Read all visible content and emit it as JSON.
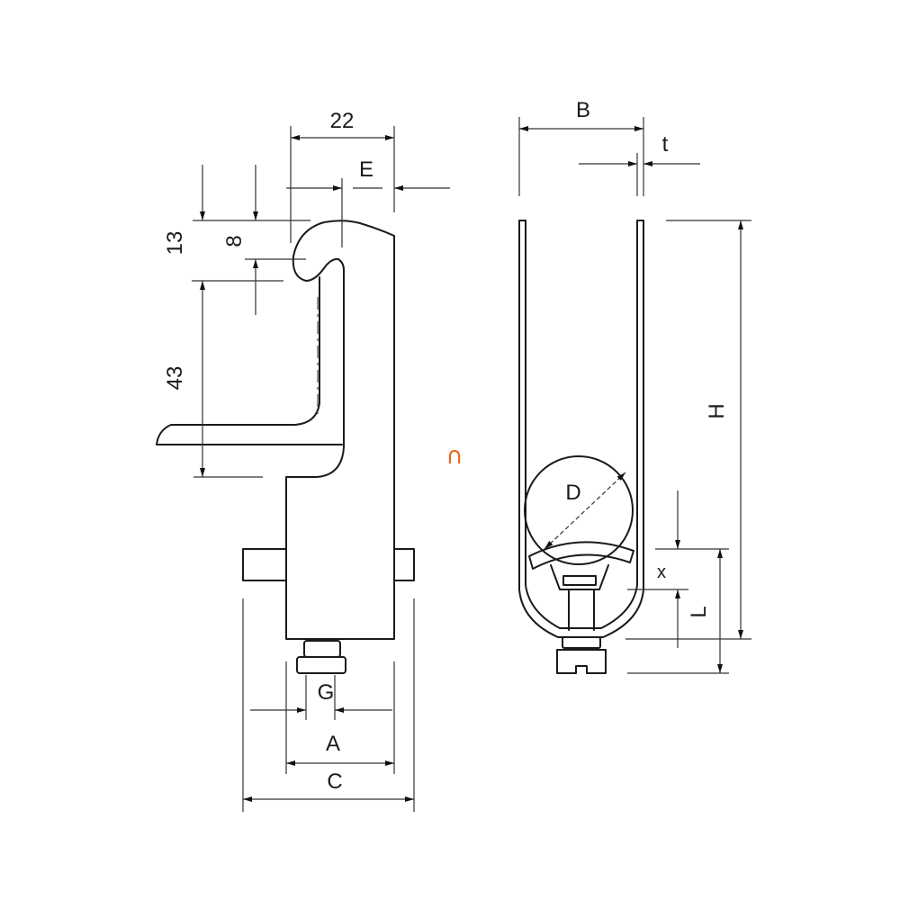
{
  "title": "Cable clamp with hook - dimension drawing",
  "side_view": {
    "labels": {
      "width_22": "22",
      "E": "E",
      "h13": "13",
      "h8": "8",
      "h43": "43",
      "G": "G",
      "A": "A",
      "C": "C"
    }
  },
  "front_view": {
    "labels": {
      "B": "B",
      "t": "t",
      "H": "H",
      "D": "D",
      "x": "x",
      "L": "L"
    }
  },
  "marker_symbol": "∩",
  "colors": {
    "line": "#1a1a1a",
    "marker": "#e8681e"
  }
}
